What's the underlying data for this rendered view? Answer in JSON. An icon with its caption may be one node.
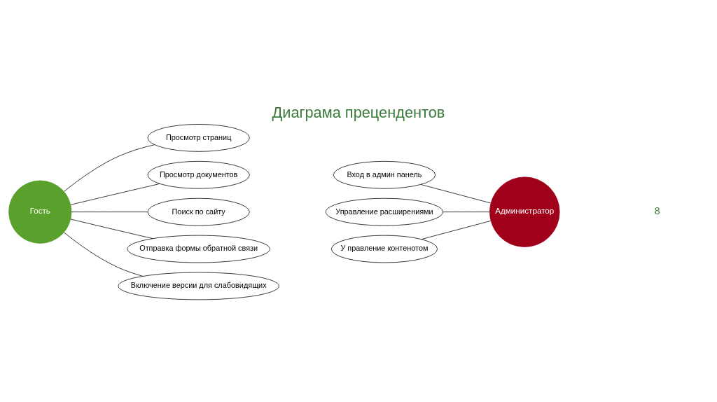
{
  "diagram": {
    "title": "Диаграма прецендентов",
    "nodes": [
      {
        "text": [
          "Гость"
        ]
      },
      {
        "text": [
          "Просмотр страниц"
        ]
      },
      {
        "text": [
          "Просмотр документов"
        ]
      },
      {
        "text": [
          "Поиск по сайту"
        ]
      },
      {
        "text": [
          "Отправка формы обратной связи"
        ]
      },
      {
        "text": [
          "Включение версии для слабовидящих"
        ]
      },
      {
        "text": [
          "Вход в админ панель"
        ]
      },
      {
        "text": [
          "Управление расширениями"
        ]
      },
      {
        "text": [
          "У правление контенотом"
        ]
      },
      {
        "text": [
          "Администратор"
        ]
      }
    ],
    "edges": [
      {
        "from": 0,
        "to": 1,
        "arrow": "none"
      },
      {
        "from": 0,
        "to": 2,
        "arrow": "none"
      },
      {
        "from": 0,
        "to": 3,
        "arrow": "none"
      },
      {
        "from": 0,
        "to": 4,
        "arrow": "none"
      },
      {
        "from": 0,
        "to": 5,
        "arrow": "none"
      },
      {
        "from": 6,
        "to": 9,
        "arrow": "none"
      },
      {
        "from": 7,
        "to": 9,
        "arrow": "none"
      },
      {
        "from": 8,
        "to": 9,
        "arrow": "none"
      }
    ],
    "labels": [
      "8"
    ]
  }
}
